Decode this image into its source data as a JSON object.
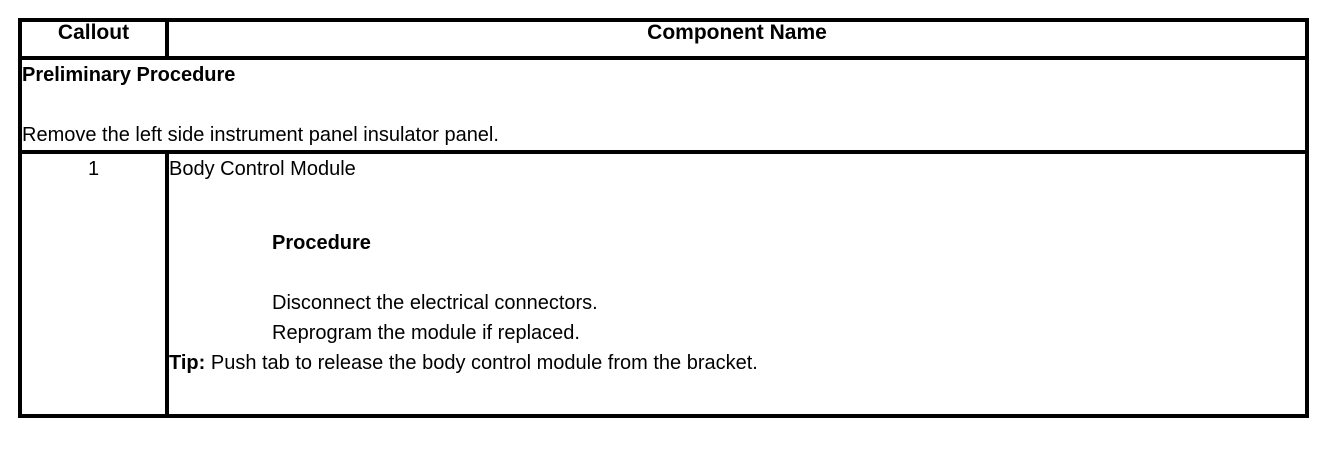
{
  "table": {
    "header": {
      "callout": "Callout",
      "component_name": "Component Name"
    },
    "preliminary": {
      "title": "Preliminary Procedure",
      "instruction": "Remove the left side instrument panel insulator panel."
    },
    "rows": [
      {
        "callout": "1",
        "component": "Body Control Module",
        "procedure_label": "Procedure",
        "steps": [
          "Disconnect the electrical connectors.",
          "Reprogram the module if replaced."
        ],
        "tip_label": "Tip:",
        "tip_text": "Push tab to release the body control module from the bracket."
      }
    ],
    "colors": {
      "border": "#000000",
      "text": "#000000",
      "background": "#ffffff"
    }
  }
}
